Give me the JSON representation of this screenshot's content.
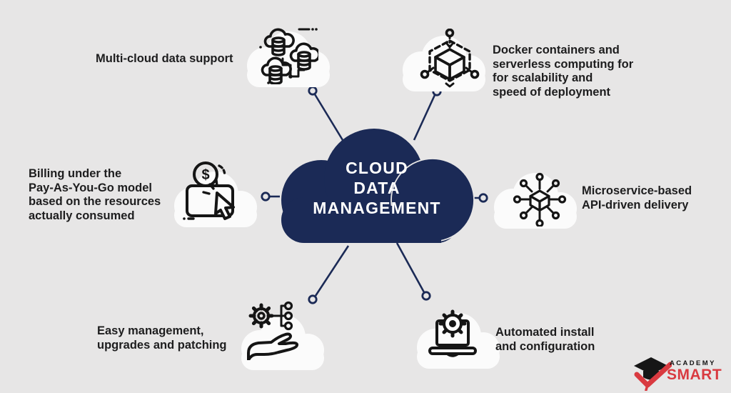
{
  "title": "CLOUD\nDATA\nMANAGEMENT",
  "nodes": [
    {
      "id": "multi-cloud",
      "label": "Multi-cloud data support"
    },
    {
      "id": "docker",
      "label": "Docker containers and\nserverless computing for\nfor scalability and\nspeed of deployment"
    },
    {
      "id": "billing",
      "label": "Billing under the\nPay-As-You-Go model\nbased on the resources\nactually consumed"
    },
    {
      "id": "microservices",
      "label": "Microservice-based\nAPI-driven delivery"
    },
    {
      "id": "management",
      "label": "Easy management,\nupgrades and patching"
    },
    {
      "id": "automation",
      "label": "Automated install\nand configuration"
    }
  ],
  "icons": {
    "dollar_sign": "$"
  },
  "logo": {
    "line1": "ACADEMY",
    "line2": "SMART"
  },
  "colors": {
    "background": "#e7e6e6",
    "navy": "#1b2a56",
    "icon_stroke": "#151515",
    "label_text": "#1d1d1e",
    "white_cloud": "#fbfbfb",
    "logo_red": "#d93a40",
    "logo_black": "#141414"
  }
}
